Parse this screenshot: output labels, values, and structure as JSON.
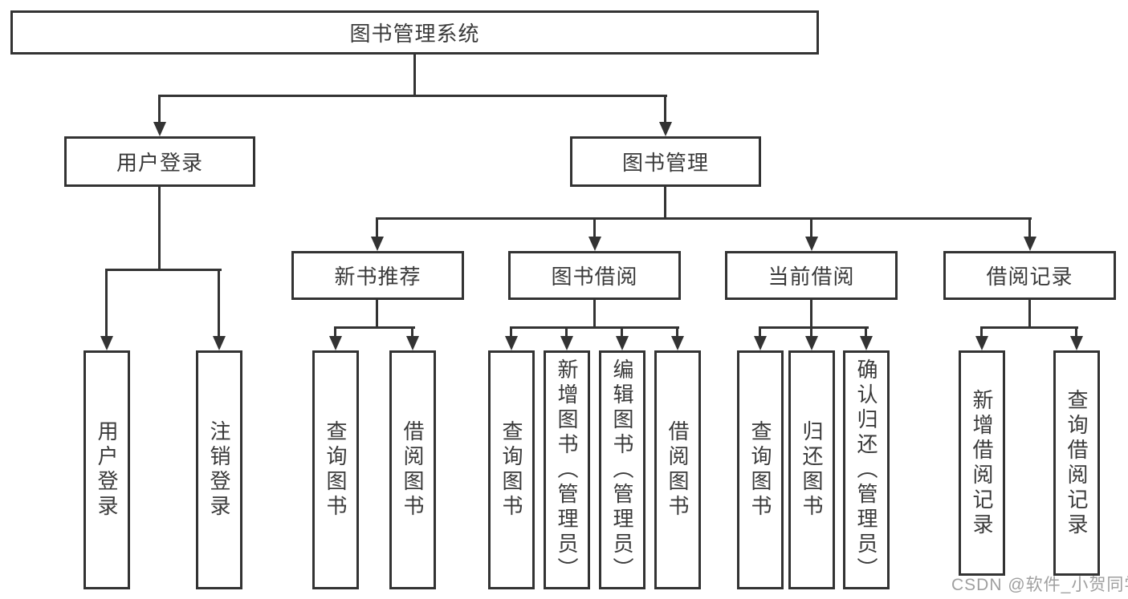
{
  "colors": {
    "line": "#333333",
    "text": "#3a3a3a",
    "box_background": "#ffffff",
    "watermark": "#9f9f9f",
    "page_background": "#ffffff"
  },
  "diagram": {
    "root": {
      "label": "图书管理系统"
    },
    "branches": {
      "user_login": {
        "label": "用户登录",
        "children": [
          {
            "label": "用户登录"
          },
          {
            "label": "注销登录"
          }
        ]
      },
      "book_management": {
        "label": "图书管理",
        "groups": [
          {
            "label": "新书推荐",
            "children": [
              {
                "label": "查询图书"
              },
              {
                "label": "借阅图书"
              }
            ]
          },
          {
            "label": "图书借阅",
            "children": [
              {
                "label": "查询图书"
              },
              {
                "label": "新增图书（管理员）"
              },
              {
                "label": "编辑图书（管理员）"
              },
              {
                "label": "借阅图书"
              }
            ]
          },
          {
            "label": "当前借阅",
            "children": [
              {
                "label": "查询图书"
              },
              {
                "label": "归还图书"
              },
              {
                "label": "确认归还（管理员）"
              }
            ]
          },
          {
            "label": "借阅记录",
            "children": [
              {
                "label": "新增借阅记录"
              },
              {
                "label": "查询借阅记录"
              }
            ]
          }
        ]
      }
    }
  },
  "watermark": {
    "text": "CSDN @软件_小贺同学"
  }
}
